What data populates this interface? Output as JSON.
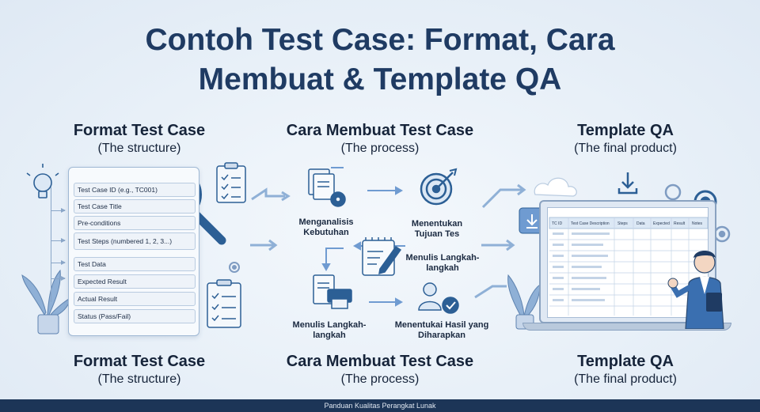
{
  "title": {
    "line1": "Contoh Test Case: Format, Cara",
    "line2": "Membuat & Template QA"
  },
  "columns": [
    {
      "heading": "Format Test Case",
      "subheading": "(The structure)"
    },
    {
      "heading": "Cara Membuat Test Case",
      "subheading": "(The process)"
    },
    {
      "heading": "Template QA",
      "subheading": "(The final product)"
    }
  ],
  "format_fields": [
    "Test Case ID (e.g., TC001)",
    "Test Case Title",
    "Pre-conditions",
    "Test Steps (numbered 1, 2, 3...)",
    "Test Data",
    "Expected Result",
    "Actual Result",
    "Status (Pass/Fail)"
  ],
  "process_steps": {
    "step1": "Menganalisis Kebutuhan",
    "step2": "Menentukan Tujuan Tes",
    "step3": "Menulis Langkah-langkah",
    "step4": "Menulis Langkah-langkah",
    "step5": "Menentukai Hasil yang Diharapkan"
  },
  "template_columns": [
    "TC ID",
    "Test Case Description",
    "Steps",
    "Data",
    "Expected",
    "Result",
    "Notes"
  ],
  "footer": "Panduan Kualitas Perangkat Lunak",
  "colors": {
    "title": "#1f3b63",
    "footer_bg": "#1c3557",
    "icon_blue": "#2c5f95",
    "accent": "#6f9bd1"
  }
}
